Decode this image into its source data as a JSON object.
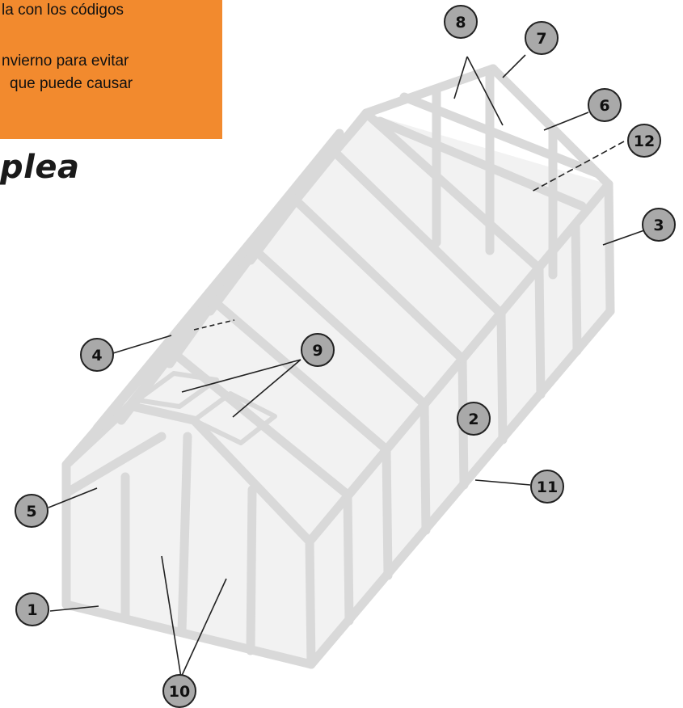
{
  "note": {
    "lines": [
      "la con los códigos",
      "nvierno para evitar",
      "que puede causar"
    ],
    "background": "#F28A2E"
  },
  "heading": "plea",
  "callouts": [
    {
      "id": "1",
      "label": "1"
    },
    {
      "id": "2",
      "label": "2"
    },
    {
      "id": "3",
      "label": "3"
    },
    {
      "id": "4",
      "label": "4"
    },
    {
      "id": "5",
      "label": "5"
    },
    {
      "id": "6",
      "label": "6"
    },
    {
      "id": "7",
      "label": "7"
    },
    {
      "id": "8",
      "label": "8"
    },
    {
      "id": "9",
      "label": "9"
    },
    {
      "id": "10",
      "label": "10"
    },
    {
      "id": "11",
      "label": "11"
    },
    {
      "id": "12",
      "label": "12"
    }
  ],
  "colors": {
    "frame": "#D9D9D9",
    "panel": "#F2F2F2",
    "badge": "#A9A9A9",
    "leader": "#222222"
  }
}
